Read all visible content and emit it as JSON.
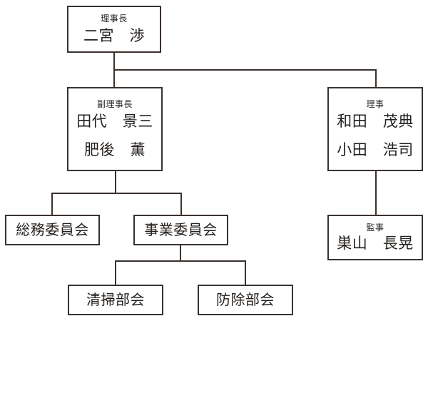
{
  "chart": {
    "type": "org-chart",
    "title": "",
    "background_color": "#ffffff",
    "line_color": "#3a322e",
    "text_color": "#231f1c",
    "nodes": [
      {
        "id": "rijicho",
        "title": "理事長",
        "names": [
          "二宮　渉"
        ]
      },
      {
        "id": "fuku-rijicho",
        "title": "副理事長",
        "names": [
          "田代　景三",
          "肥後　薫"
        ]
      },
      {
        "id": "riji",
        "title": "理事",
        "names": [
          "和田　茂典",
          "小田　浩司"
        ]
      },
      {
        "id": "kanji",
        "title": "監事",
        "names": [
          "巣山　長晃"
        ]
      },
      {
        "id": "somu-iinkai",
        "title": "",
        "names": [
          "総務委員会"
        ]
      },
      {
        "id": "jigyo-iinkai",
        "title": "",
        "names": [
          "事業委員会"
        ]
      },
      {
        "id": "seiso-bukai",
        "title": "",
        "names": [
          "清掃部会"
        ]
      },
      {
        "id": "bojo-bukai",
        "title": "",
        "names": [
          "防除部会"
        ]
      }
    ],
    "edges": [
      {
        "from": "rijicho",
        "to": "fuku-rijicho"
      },
      {
        "from": "rijicho",
        "to": "riji"
      },
      {
        "from": "fuku-rijicho",
        "to": "somu-iinkai"
      },
      {
        "from": "fuku-rijicho",
        "to": "jigyo-iinkai"
      },
      {
        "from": "riji",
        "to": "kanji"
      },
      {
        "from": "jigyo-iinkai",
        "to": "seiso-bukai"
      },
      {
        "from": "jigyo-iinkai",
        "to": "bojo-bukai"
      }
    ]
  }
}
